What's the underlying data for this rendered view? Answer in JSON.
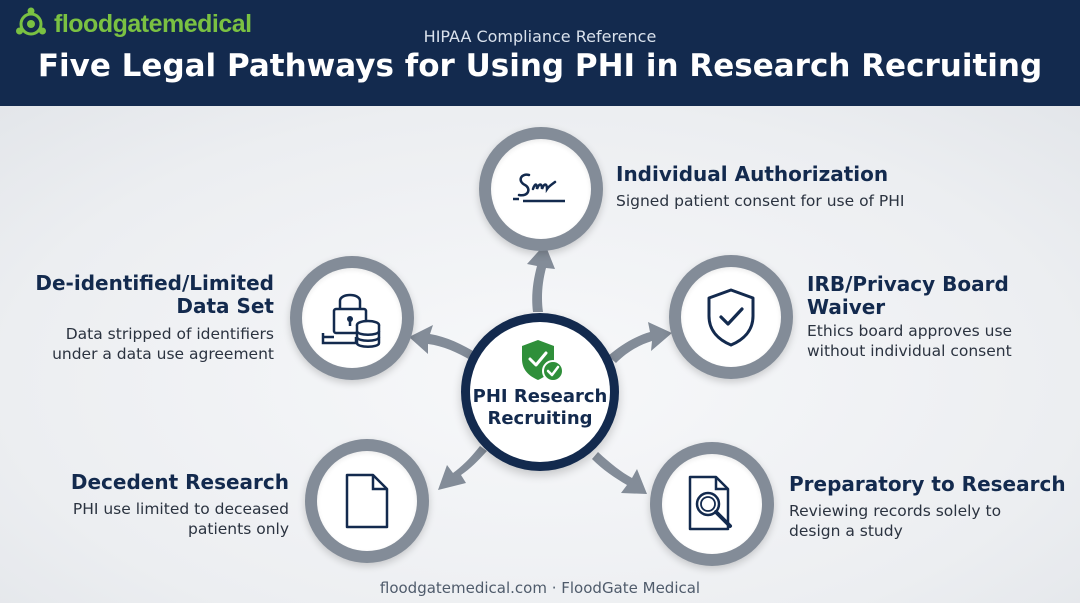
{
  "header": {
    "logo_text": "floodgatemedical",
    "subtitle": "HIPAA Compliance Reference",
    "title": "Five Legal Pathways for Using PHI in Research Recruiting"
  },
  "center": {
    "label_line1": "PHI Research",
    "label_line2": "Recruiting",
    "icon": "shield-check-icon"
  },
  "pathways": [
    {
      "title": "Individual Authorization",
      "desc": [
        "Signed patient consent for use of PHI"
      ],
      "icon": "signature-icon"
    },
    {
      "title": [
        "IRB/Privacy Board",
        "Waiver"
      ],
      "desc": [
        "Ethics board approves use",
        "without individual consent"
      ],
      "icon": "shield-check-icon"
    },
    {
      "title": "Preparatory to Research",
      "desc": [
        "Reviewing records solely to",
        "design a study"
      ],
      "icon": "document-search-icon"
    },
    {
      "title": "Decedent Research",
      "desc": [
        "PHI use limited to deceased",
        "patients only"
      ],
      "icon": "document-icon"
    },
    {
      "title": [
        "De-identified/Limited",
        "Data Set"
      ],
      "desc": [
        "Data stripped of identifiers",
        "under a data use agreement"
      ],
      "icon": "lock-database-icon"
    }
  ],
  "footer": "floodgatemedical.com · FloodGate Medical",
  "colors": {
    "navy": "#132a4e",
    "brand_green": "#7ac142",
    "ring_gray": "#838c98",
    "shield_green": "#2f8f3a"
  }
}
